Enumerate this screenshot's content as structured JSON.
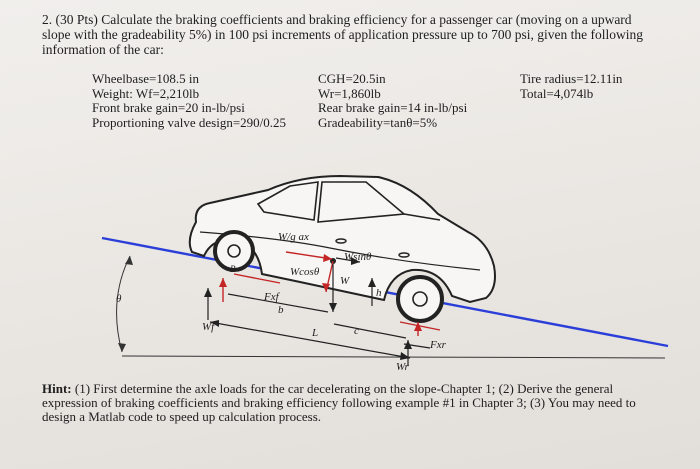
{
  "problem": {
    "number": "2.",
    "points": "(30 Pts)",
    "text": "Calculate the braking coefficients and braking efficiency for a passenger car (moving on a upward slope with the gradeability 5%) in 100 psi increments of application pressure up to 700 psi, given the following information of the car:"
  },
  "specs": {
    "col1": [
      "Wheelbase=108.5 in",
      "Weight: Wf=2,210lb",
      "Front brake gain=20 in-lb/psi",
      "Proportioning valve design=290/0.25"
    ],
    "col2": [
      "CGH=20.5in",
      "Wr=1,860lb",
      "Rear brake gain=14 in-lb/psi",
      "Gradeability=tanθ=5%"
    ],
    "col3": [
      "Tire radius=12.11in",
      "Total=4,074lb"
    ]
  },
  "diagram": {
    "labels": {
      "inertia": "W/g  ax",
      "wsin": "Wsinθ",
      "wcos": "Wcosθ",
      "w": "W",
      "h": "h",
      "theta": "θ",
      "fxf": "Fxf",
      "b": "b",
      "wf": "Wf",
      "l": "L",
      "c": "c",
      "fxr": "Fxr",
      "wr": "Wr",
      "b_mark": "B"
    },
    "colors": {
      "slope": "#2b3fd8",
      "arrows": "#c42525",
      "outline": "#222222"
    }
  },
  "hint": {
    "label": "Hint:",
    "text": "(1) First determine the axle loads for the car decelerating on the slope-Chapter 1; (2) Derive the general expression of braking coefficients and braking efficiency following example #1 in Chapter 3; (3) You may need to design a Matlab code to speed up calculation process."
  }
}
